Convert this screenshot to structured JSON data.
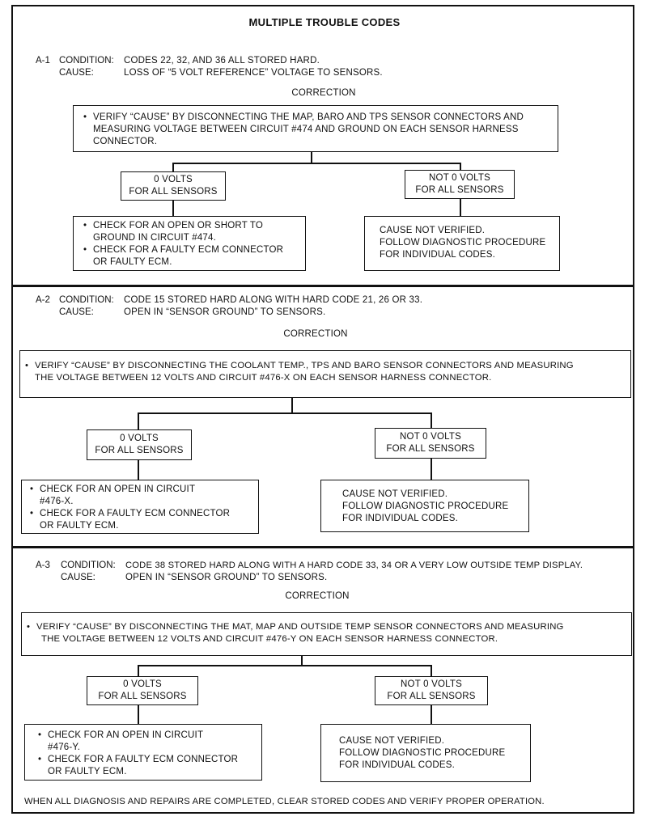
{
  "title": "MULTIPLE TROUBLE CODES",
  "sections": [
    {
      "id": "A-1",
      "condition_label": "CONDITION:",
      "condition": "CODES 22, 32, AND 36 ALL STORED HARD.",
      "cause_label": "CAUSE:",
      "cause": "LOSS OF “5 VOLT REFERENCE” VOLTAGE TO SENSORS.",
      "correction": "CORRECTION",
      "verify": [
        "VERIFY “CAUSE” BY DISCONNECTING THE MAP, BARO AND TPS SENSOR CONNECTORS AND",
        "MEASURING VOLTAGE BETWEEN CIRCUIT #474 AND GROUND ON EACH SENSOR HARNESS",
        "CONNECTOR."
      ],
      "left_branch": [
        "0 VOLTS",
        "FOR ALL SENSORS"
      ],
      "right_branch": [
        "NOT 0 VOLTS",
        "FOR ALL SENSORS"
      ],
      "left_action": [
        "CHECK FOR AN OPEN OR SHORT TO",
        "GROUND IN CIRCUIT #474.",
        "CHECK FOR A FAULTY ECM CONNECTOR",
        "OR FAULTY ECM."
      ],
      "right_action": [
        "CAUSE NOT VERIFIED.",
        "FOLLOW DIAGNOSTIC PROCEDURE",
        "FOR INDIVIDUAL CODES."
      ]
    },
    {
      "id": "A-2",
      "condition_label": "CONDITION:",
      "condition": "CODE 15 STORED HARD ALONG WITH HARD CODE 21, 26 OR 33.",
      "cause_label": "CAUSE:",
      "cause": "OPEN IN “SENSOR GROUND” TO SENSORS.",
      "correction": "CORRECTION",
      "verify": [
        "VERIFY “CAUSE” BY DISCONNECTING THE COOLANT TEMP., TPS AND BARO SENSOR CONNECTORS AND MEASURING",
        "THE  VOLTAGE BETWEEN 12 VOLTS AND CIRCUIT #476-X ON EACH SENSOR HARNESS CONNECTOR."
      ],
      "left_branch": [
        "0 VOLTS",
        "FOR ALL SENSORS"
      ],
      "right_branch": [
        "NOT 0 VOLTS",
        "FOR ALL SENSORS"
      ],
      "left_action": [
        "CHECK FOR AN OPEN IN CIRCUIT",
        "#476-X.",
        "CHECK FOR A FAULTY ECM CONNECTOR",
        "OR FAULTY ECM."
      ],
      "right_action": [
        "CAUSE NOT VERIFIED.",
        "FOLLOW DIAGNOSTIC PROCEDURE",
        "FOR INDIVIDUAL CODES."
      ]
    },
    {
      "id": "A-3",
      "condition_label": "CONDITION:",
      "condition": "CODE 38 STORED HARD ALONG WITH A HARD CODE 33, 34 OR A VERY LOW OUTSIDE TEMP DISPLAY.",
      "cause_label": "CAUSE:",
      "cause": "OPEN IN “SENSOR GROUND” TO SENSORS.",
      "correction": "CORRECTION",
      "verify": [
        "VERIFY “CAUSE” BY DISCONNECTING THE MAT, MAP AND OUTSIDE TEMP SENSOR CONNECTORS AND MEASURING",
        "THE   VOLTAGE BETWEEN 12 VOLTS AND CIRCUIT #476-Y ON EACH SENSOR HARNESS CONNECTOR."
      ],
      "left_branch": [
        "0 VOLTS",
        "FOR ALL SENSORS"
      ],
      "right_branch": [
        "NOT 0 VOLTS",
        "FOR ALL SENSORS"
      ],
      "left_action": [
        "CHECK FOR AN OPEN IN CIRCUIT",
        "#476-Y.",
        "CHECK FOR A FAULTY ECM CONNECTOR",
        "OR FAULTY ECM."
      ],
      "right_action": [
        "CAUSE NOT VERIFIED.",
        "FOLLOW DIAGNOSTIC PROCEDURE",
        "FOR INDIVIDUAL CODES."
      ]
    }
  ],
  "footer": "WHEN ALL DIAGNOSIS AND REPAIRS ARE COMPLETED, CLEAR STORED CODES AND VERIFY PROPER OPERATION."
}
